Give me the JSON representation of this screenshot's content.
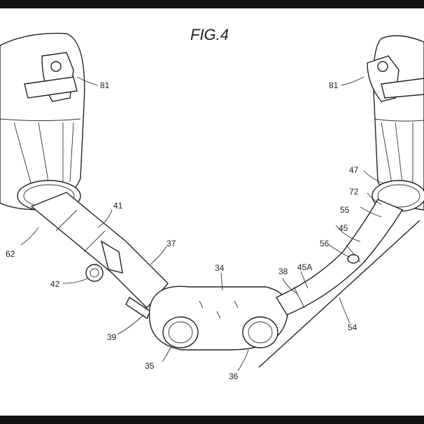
{
  "figure": {
    "title": "FIG.4"
  },
  "labels": {
    "l81_left": "81",
    "l81_right": "81",
    "l41": "41",
    "l62": "62",
    "l37": "37",
    "l42": "42",
    "l34": "34",
    "l38": "38",
    "l45A": "45A",
    "l56": "56",
    "l45": "45",
    "l55": "55",
    "l72": "72",
    "l47": "47",
    "l39": "39",
    "l35": "35",
    "l36": "36",
    "l54": "54"
  }
}
